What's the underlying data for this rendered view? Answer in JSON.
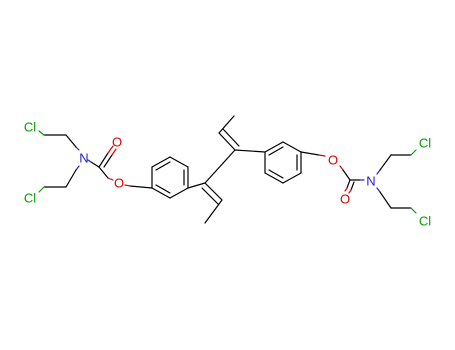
{
  "molecule": {
    "labels": {
      "o_ketone_left": "O",
      "o_ether_left": "O",
      "o_ketone_right": "O",
      "o_ether_right": "O",
      "n_left": "N",
      "n_right": "N",
      "cl_left_top": "Cl",
      "cl_left_bottom": "Cl",
      "cl_right_top": "Cl",
      "cl_right_bottom": "Cl"
    },
    "colors": {
      "bond": "#000000",
      "oxygen": "#e00000",
      "nitrogen": "#2020e0",
      "chlorine": "#00a000",
      "background": "#ffffff"
    }
  }
}
